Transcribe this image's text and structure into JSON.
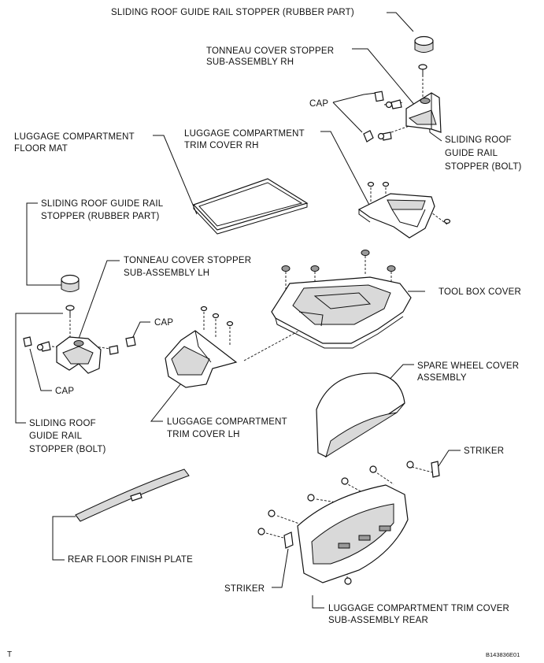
{
  "labels": {
    "rubber_rh": "SLIDING ROOF GUIDE RAIL STOPPER (RUBBER PART)",
    "tonneau_rh_1": "TONNEAU COVER STOPPER",
    "tonneau_rh_2": "SUB-ASSEMBLY RH",
    "cap_rh": "CAP",
    "bolt_rh_1": "SLIDING ROOF",
    "bolt_rh_2": "GUIDE RAIL",
    "bolt_rh_3": "STOPPER (BOLT)",
    "floor_mat_1": "LUGGAGE COMPARTMENT",
    "floor_mat_2": "FLOOR MAT",
    "trim_rh_1": "LUGGAGE COMPARTMENT",
    "trim_rh_2": "TRIM COVER RH",
    "rubber_lh_1": "SLIDING ROOF GUIDE RAIL",
    "rubber_lh_2": "STOPPER (RUBBER PART)",
    "tonneau_lh_1": "TONNEAU COVER STOPPER",
    "tonneau_lh_2": "SUB-ASSEMBLY LH",
    "tool_box": "TOOL BOX COVER",
    "cap_lh_upper": "CAP",
    "cap_lh_lower": "CAP",
    "spare_wheel_1": "SPARE WHEEL COVER",
    "spare_wheel_2": "ASSEMBLY",
    "trim_lh_1": "LUGGAGE COMPARTMENT",
    "trim_lh_2": "TRIM COVER LH",
    "bolt_lh_1": "SLIDING ROOF",
    "bolt_lh_2": "GUIDE RAIL",
    "bolt_lh_3": "STOPPER (BOLT)",
    "striker_right": "STRIKER",
    "rear_floor": "REAR FLOOR FINISH PLATE",
    "striker_left": "STRIKER",
    "trim_rear_1": "LUGGAGE COMPARTMENT TRIM COVER",
    "trim_rear_2": "SUB-ASSEMBLY REAR"
  },
  "footer": {
    "corner_mark": "T",
    "figure_code": "B143836E01"
  }
}
